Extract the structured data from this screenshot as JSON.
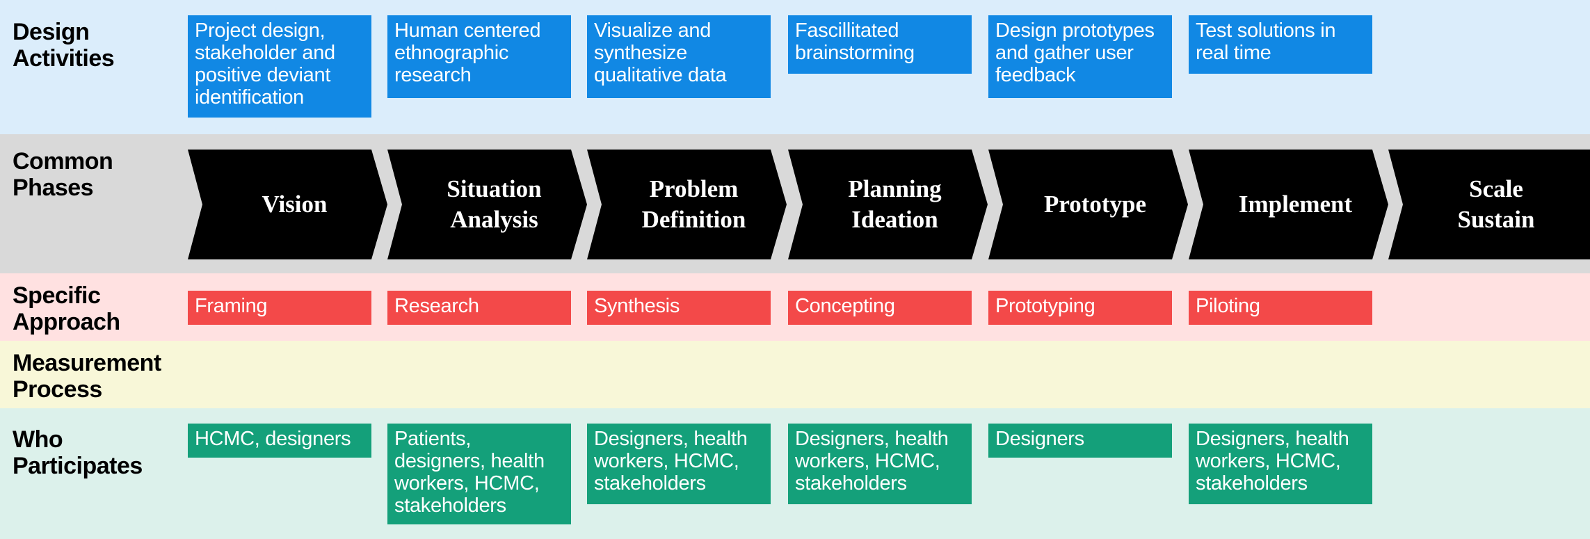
{
  "rows": {
    "design": "Design\nActivities",
    "phases": "Common\nPhases",
    "approach": "Specific\nApproach",
    "measurement": "Measurement\nProcess",
    "who": "Who\nParticipates"
  },
  "design_activities": [
    "Project design, stakeholder and positive deviant identification",
    "Human centered ethnographic research",
    "Visualize and synthesize qualitative data",
    "Fascillitated brainstorming",
    "Design prototypes and gather user feedback",
    "Test solutions in real time"
  ],
  "phases": [
    "Vision",
    "Situation\nAnalysis",
    "Problem\nDefinition",
    "Planning\nIdeation",
    "Prototype",
    "Implement",
    "Scale\nSustain"
  ],
  "approaches": [
    "Framing",
    "Research",
    "Synthesis",
    "Concepting",
    "Prototyping",
    "Piloting"
  ],
  "participants": [
    "HCMC, designers",
    "Patients, designers, health workers, HCMC, stakeholders",
    "Designers, health workers, HCMC, stakeholders",
    "Designers, health workers, HCMC, stakeholders",
    "Designers",
    "Designers, health workers, HCMC, stakeholders"
  ],
  "colors": {
    "activity": "#1188e4",
    "approach": "#f34949",
    "participant": "#14a07a",
    "phase": "#000000"
  }
}
